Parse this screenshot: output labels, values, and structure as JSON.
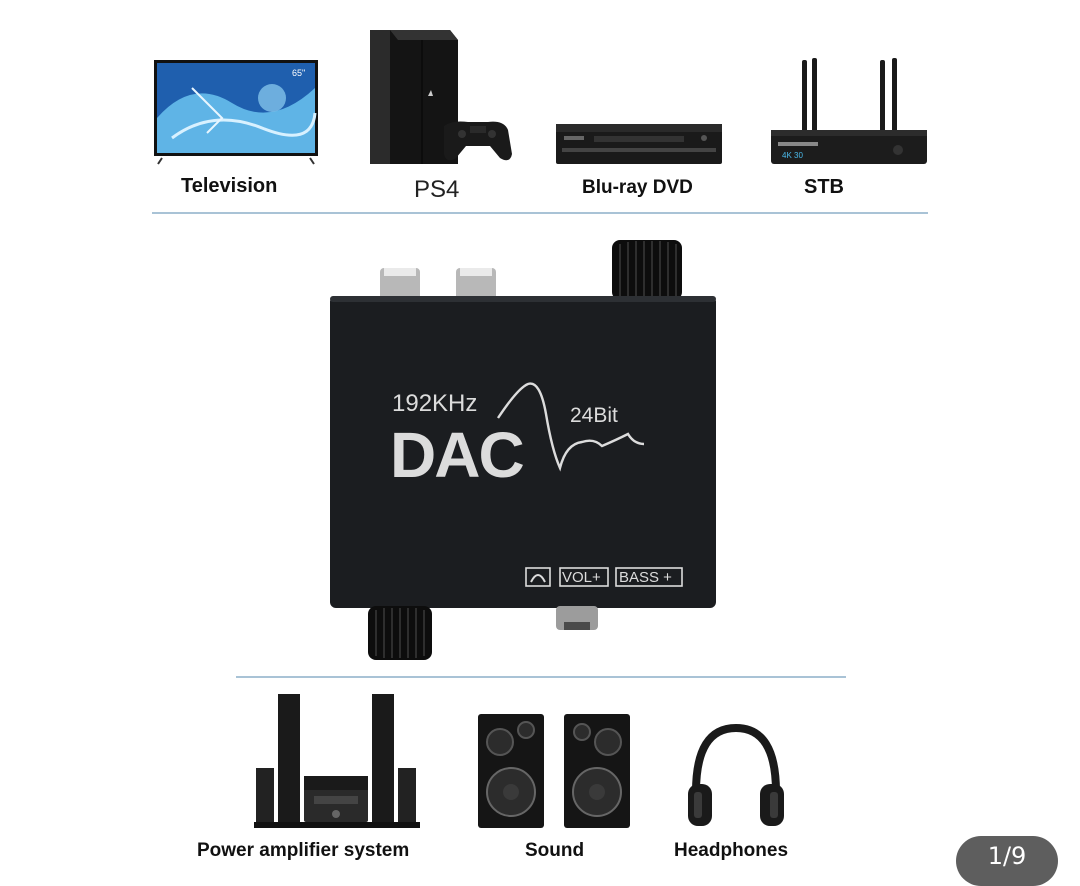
{
  "sources": {
    "television": "Television",
    "ps4": "PS4",
    "bluray": "Blu-ray DVD",
    "stb": "STB"
  },
  "tv_screen_badge": "65\"",
  "stb_display": "4K 30",
  "device": {
    "sample_rate": "192KHz",
    "bit_depth": "24Bit",
    "name": "DAC",
    "vol_label": "VOL+",
    "bass_label": "BASS +"
  },
  "outputs": {
    "power_amp": "Power amplifier system",
    "sound": "Sound",
    "headphones": "Headphones"
  },
  "pager": "1/9",
  "colors": {
    "divider": "#a9c3d6",
    "device_body": "#1b1d20",
    "device_text": "#dcdcdc"
  }
}
